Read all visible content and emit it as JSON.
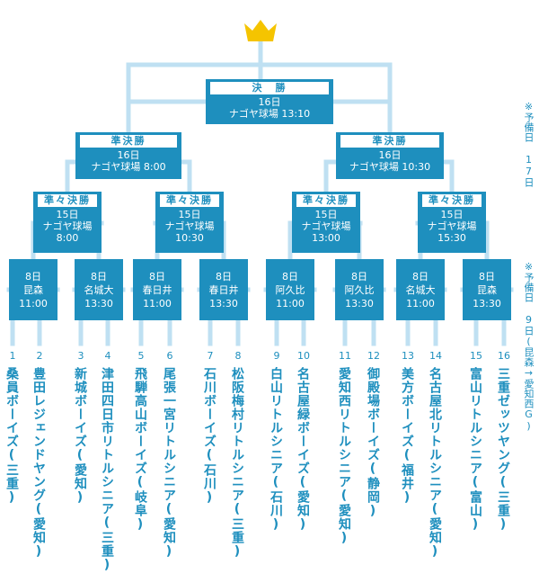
{
  "colors": {
    "node": "#1e8fbe",
    "line": "#bfe0f2",
    "crown": "#f5c400"
  },
  "final": {
    "label": "決　勝",
    "lines": [
      "16日",
      "ナゴヤ球場 13:10"
    ]
  },
  "semifinals": [
    {
      "label": "準決勝",
      "lines": [
        "16日",
        "ナゴヤ球場 8:00"
      ]
    },
    {
      "label": "準決勝",
      "lines": [
        "16日",
        "ナゴヤ球場 10:30"
      ]
    }
  ],
  "quarterfinals": [
    {
      "label": "準々決勝",
      "lines": [
        "15日",
        "ナゴヤ球場",
        "8:00"
      ]
    },
    {
      "label": "準々決勝",
      "lines": [
        "15日",
        "ナゴヤ球場",
        "10:30"
      ]
    },
    {
      "label": "準々決勝",
      "lines": [
        "15日",
        "ナゴヤ球場",
        "13:00"
      ]
    },
    {
      "label": "準々決勝",
      "lines": [
        "15日",
        "ナゴヤ球場",
        "15:30"
      ]
    }
  ],
  "first_round": [
    {
      "lines": [
        "8日",
        "昆森",
        "11:00"
      ]
    },
    {
      "lines": [
        "8日",
        "名城大",
        "13:30"
      ]
    },
    {
      "lines": [
        "8日",
        "春日井",
        "11:00"
      ]
    },
    {
      "lines": [
        "8日",
        "春日井",
        "13:30"
      ]
    },
    {
      "lines": [
        "8日",
        "阿久比",
        "11:00"
      ]
    },
    {
      "lines": [
        "8日",
        "阿久比",
        "13:30"
      ]
    },
    {
      "lines": [
        "8日",
        "名城大",
        "11:00"
      ]
    },
    {
      "lines": [
        "8日",
        "昆森",
        "13:30"
      ]
    }
  ],
  "teams": [
    {
      "num": "1",
      "name": "桑員ボーイズ(三重)"
    },
    {
      "num": "2",
      "name": "豊田レジェンドヤング(愛知)"
    },
    {
      "num": "3",
      "name": "新城ボーイズ(愛知)"
    },
    {
      "num": "4",
      "name": "津田四日市リトルシニア(三重)"
    },
    {
      "num": "5",
      "name": "飛騨高山ボーイズ(岐阜)"
    },
    {
      "num": "6",
      "name": "尾張一宮リトルシニア(愛知)"
    },
    {
      "num": "7",
      "name": "石川ボーイズ(石川)"
    },
    {
      "num": "8",
      "name": "松阪梅村リトルシニア(三重)"
    },
    {
      "num": "9",
      "name": "白山リトルシニア(石川)"
    },
    {
      "num": "10",
      "name": "名古屋緑ボーイズ(愛知)"
    },
    {
      "num": "11",
      "name": "愛知西リトルシニア(愛知)"
    },
    {
      "num": "12",
      "name": "御殿場ボーイズ(静岡)"
    },
    {
      "num": "13",
      "name": "美方ボーイズ(福井)"
    },
    {
      "num": "14",
      "name": "名古屋北リトルシニア(愛知)"
    },
    {
      "num": "15",
      "name": "富山リトルシニア(富山)"
    },
    {
      "num": "16",
      "name": "三重ゼッツヤング(三重)"
    }
  ],
  "notes": {
    "final_reserve": "※予備日 17日",
    "early_reserve": "※予備日 9日(昆森→愛知西G)"
  }
}
